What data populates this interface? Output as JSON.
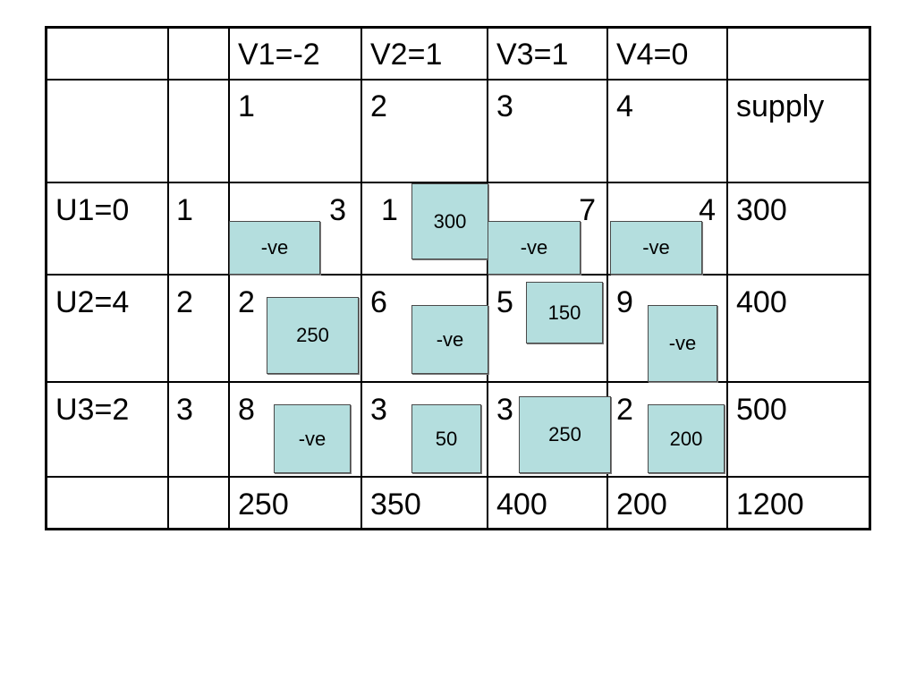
{
  "header": {
    "v_labels": [
      "V1=-2",
      "V2=1",
      "V3=1",
      "V4=0"
    ],
    "destinations": [
      "1",
      "2",
      "3",
      "4"
    ],
    "supply_label": "supply"
  },
  "rows": [
    {
      "u_label": "U1=0",
      "source": "1",
      "costs": [
        "3",
        "1",
        "7",
        "4"
      ],
      "allocations": [
        "-ve",
        "300",
        "-ve",
        "-ve"
      ],
      "supply": "300"
    },
    {
      "u_label": "U2=4",
      "source": "2",
      "costs": [
        "2",
        "6",
        "5",
        "9"
      ],
      "allocations": [
        "250",
        "-ve",
        "150",
        "-ve"
      ],
      "supply": "400"
    },
    {
      "u_label": "U3=2",
      "source": "3",
      "costs": [
        "8",
        "3",
        "3",
        "2"
      ],
      "allocations": [
        "-ve",
        "50",
        "250",
        "200"
      ],
      "supply": "500"
    }
  ],
  "demand": [
    "250",
    "350",
    "400",
    "200"
  ],
  "total": "1200",
  "colors": {
    "box_fill": "#b4dede",
    "box_border": "#4a4a4a",
    "grid": "#000000"
  }
}
